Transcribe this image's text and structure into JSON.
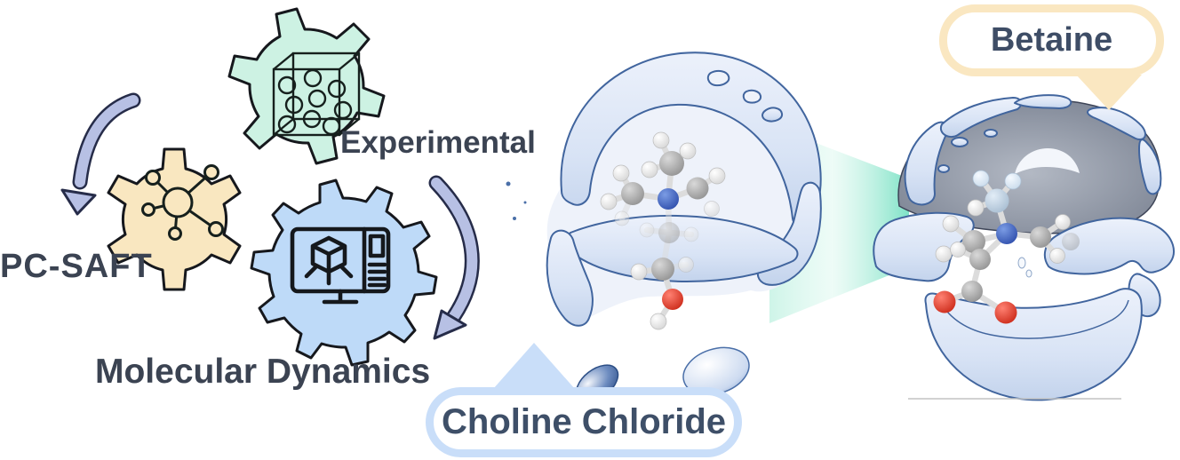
{
  "workflow": {
    "gears": [
      {
        "id": "experimental",
        "label": "Experimental",
        "fill": "#cdf2e3",
        "icon": "particle-box-icon"
      },
      {
        "id": "pc-saft",
        "label": "PC-SAFT",
        "fill": "#f9e7c0",
        "icon": "molecule-icon"
      },
      {
        "id": "molecular-dynamics",
        "label": "Molecular Dynamics",
        "fill": "#bedaf8",
        "icon": "simulation-monitor-icon"
      }
    ],
    "arrow_color": "#b7c0e4"
  },
  "solvation": {
    "choline": {
      "label": "Choline Chloride",
      "bubble_border": "#c9def9",
      "text_color": "#3e4f68"
    },
    "betaine": {
      "label": "Betaine",
      "bubble_border": "#fae7c1",
      "text_color": "#3e4d66"
    }
  },
  "palette": {
    "label_text": "#3b4352",
    "isosurface_fill": "#dde7f6",
    "isosurface_edge": "#41659e",
    "dome_interior": "#7c8494",
    "beam_color": "#7fe3c4",
    "atom_colors": {
      "carbon": "#9b9b9b",
      "hydrogen": "#f4f4f4",
      "nitrogen": "#3557b8",
      "oxygen": "#e02818"
    }
  }
}
